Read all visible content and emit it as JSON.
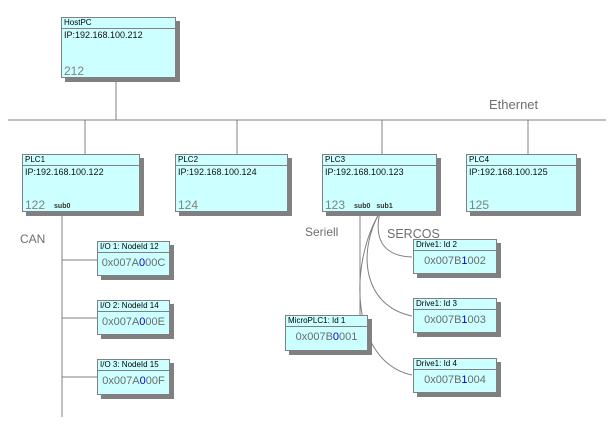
{
  "labels": {
    "ethernet": "Ethernet",
    "can": "CAN",
    "seriell": "Seriell",
    "sercos": "SERCOS"
  },
  "host": {
    "title": "HostPC",
    "ip": "IP:192.168.100.212",
    "number": "212"
  },
  "plcs": [
    {
      "title": "PLC1",
      "ip": "IP:192.168.100.122",
      "number": "122",
      "sub0": "sub0"
    },
    {
      "title": "PLC2",
      "ip": "IP:192.168.100.124",
      "number": "124"
    },
    {
      "title": "PLC3",
      "ip": "IP:192.168.100.123",
      "number": "123",
      "sub0": "sub0",
      "sub1": "sub1"
    },
    {
      "title": "PLC4",
      "ip": "IP:192.168.100.125",
      "number": "125"
    }
  ],
  "can_nodes": [
    {
      "title": "I/O 1: NodeId 12",
      "hex_prefix": "0x007A",
      "hex_blue": "0",
      "hex_rest": "00C"
    },
    {
      "title": "I/O 2: NodeId 14",
      "hex_prefix": "0x007A",
      "hex_blue": "0",
      "hex_rest": "00E"
    },
    {
      "title": "I/O 3: NodeId 15",
      "hex_prefix": "0x007A",
      "hex_blue": "0",
      "hex_rest": "00F"
    }
  ],
  "seriell_node": {
    "title": "MicroPLC1: Id 1",
    "hex_prefix": "0x007B",
    "hex_blue": "0",
    "hex_rest": "001"
  },
  "sercos_nodes": [
    {
      "title": "Drive1: Id 2",
      "hex_prefix": "0x007B",
      "hex_blue": "1",
      "hex_rest": "002"
    },
    {
      "title": "Drive1: Id 3",
      "hex_prefix": "0x007B",
      "hex_blue": "1",
      "hex_rest": "003"
    },
    {
      "title": "Drive1: Id 4",
      "hex_prefix": "0x007B",
      "hex_blue": "1",
      "hex_rest": "004"
    }
  ],
  "colors": {
    "node_fill": "#ccffff",
    "line_gray": "#808080",
    "highlight_blue": "#0000dd",
    "number_gray": "#808080"
  }
}
